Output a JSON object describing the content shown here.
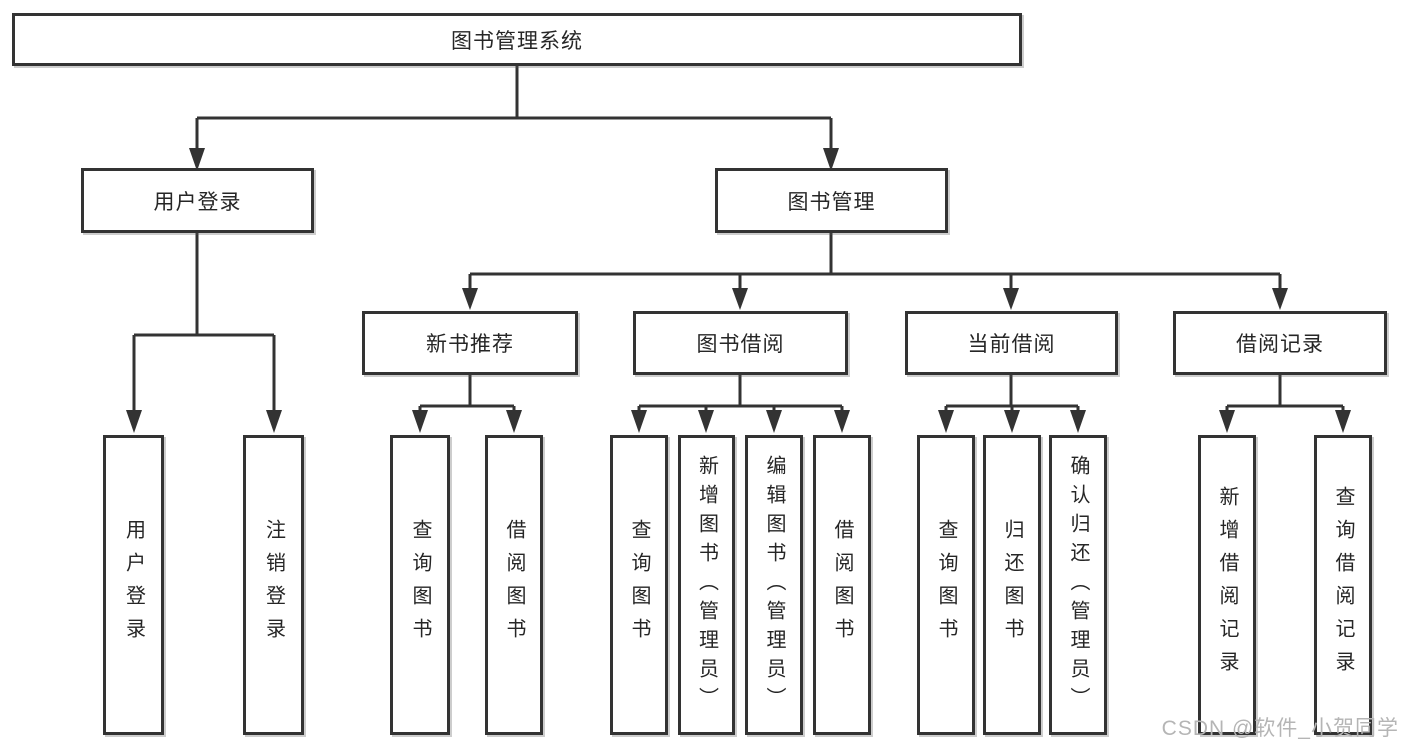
{
  "diagram": {
    "root": {
      "label": "图书管理系统"
    },
    "branches": [
      {
        "label": "用户登录",
        "children": [
          {
            "label": "用户登录"
          },
          {
            "label": "注销登录"
          }
        ]
      },
      {
        "label": "图书管理",
        "children": [
          {
            "label": "新书推荐",
            "children": [
              {
                "label": "查询图书"
              },
              {
                "label": "借阅图书"
              }
            ]
          },
          {
            "label": "图书借阅",
            "children": [
              {
                "label": "查询图书"
              },
              {
                "label": "新增图书（管理员）"
              },
              {
                "label": "编辑图书（管理员）"
              },
              {
                "label": "借阅图书"
              }
            ]
          },
          {
            "label": "当前借阅",
            "children": [
              {
                "label": "查询图书"
              },
              {
                "label": "归还图书"
              },
              {
                "label": "确认归还（管理员）"
              }
            ]
          },
          {
            "label": "借阅记录",
            "children": [
              {
                "label": "新增借阅记录"
              },
              {
                "label": "查询借阅记录"
              }
            ]
          }
        ]
      }
    ]
  },
  "watermark": {
    "text": "CSDN @软件_小贺同学"
  },
  "colors": {
    "line": "#333333",
    "text": "#262626",
    "watermark": "#b5b5b5",
    "background": "#ffffff"
  }
}
